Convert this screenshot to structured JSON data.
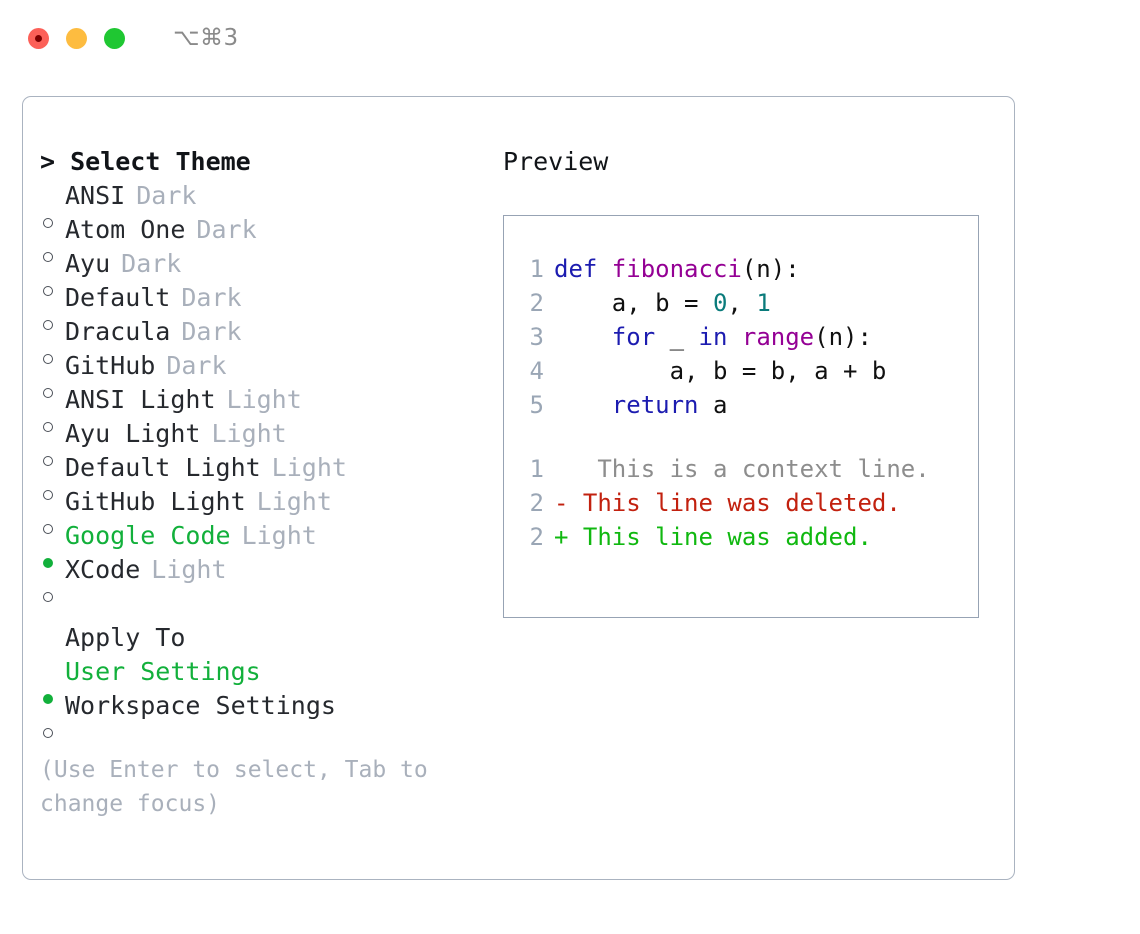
{
  "window": {
    "shortcut": "⌥⌘3",
    "traffic_lights": [
      "close",
      "minimize",
      "zoom"
    ]
  },
  "theme_picker": {
    "header": "> Select Theme",
    "options": [
      {
        "name": "ANSI",
        "variant": "Dark",
        "selected": false
      },
      {
        "name": "Atom One",
        "variant": "Dark",
        "selected": false
      },
      {
        "name": "Ayu",
        "variant": "Dark",
        "selected": false
      },
      {
        "name": "Default",
        "variant": "Dark",
        "selected": false
      },
      {
        "name": "Dracula",
        "variant": "Dark",
        "selected": false
      },
      {
        "name": "GitHub",
        "variant": "Dark",
        "selected": false
      },
      {
        "name": "ANSI Light",
        "variant": "Light",
        "selected": false
      },
      {
        "name": "Ayu Light",
        "variant": "Light",
        "selected": false
      },
      {
        "name": "Default Light",
        "variant": "Light",
        "selected": false
      },
      {
        "name": "GitHub Light",
        "variant": "Light",
        "selected": false
      },
      {
        "name": "Google Code",
        "variant": "Light",
        "selected": true
      },
      {
        "name": "XCode",
        "variant": "Light",
        "selected": false
      }
    ]
  },
  "apply_to": {
    "header": "Apply To",
    "options": [
      {
        "name": "User Settings",
        "selected": true
      },
      {
        "name": "Workspace Settings",
        "selected": false
      }
    ]
  },
  "hint": "(Use Enter to select, Tab to change focus)",
  "preview": {
    "title": "Preview",
    "code_lines": [
      {
        "number": "1",
        "tokens": [
          {
            "text": "def ",
            "kind": "kw"
          },
          {
            "text": "fibonacci",
            "kind": "fn"
          },
          {
            "text": "(n):",
            "kind": "pl"
          }
        ]
      },
      {
        "number": "2",
        "tokens": [
          {
            "text": "    a, b = ",
            "kind": "pl"
          },
          {
            "text": "0",
            "kind": "num"
          },
          {
            "text": ", ",
            "kind": "pl"
          },
          {
            "text": "1",
            "kind": "num"
          }
        ]
      },
      {
        "number": "3",
        "tokens": [
          {
            "text": "    ",
            "kind": "pl"
          },
          {
            "text": "for",
            "kind": "kw"
          },
          {
            "text": " _ ",
            "kind": "pl"
          },
          {
            "text": "in",
            "kind": "kw"
          },
          {
            "text": " ",
            "kind": "pl"
          },
          {
            "text": "range",
            "kind": "fn"
          },
          {
            "text": "(n):",
            "kind": "pl"
          }
        ]
      },
      {
        "number": "4",
        "tokens": [
          {
            "text": "        a, b = b, a + b",
            "kind": "pl"
          }
        ]
      },
      {
        "number": "5",
        "tokens": [
          {
            "text": "    ",
            "kind": "pl"
          },
          {
            "text": "return",
            "kind": "kw"
          },
          {
            "text": " a",
            "kind": "pl"
          }
        ]
      }
    ],
    "diff_lines": [
      {
        "number": "1",
        "marker": " ",
        "text": "  This is a context line.",
        "kind": "ctx"
      },
      {
        "number": "2",
        "marker": "-",
        "text": " This line was deleted.",
        "kind": "del"
      },
      {
        "number": "2",
        "marker": "+",
        "text": " This line was added.",
        "kind": "add"
      }
    ]
  },
  "colors": {
    "selected_green": "#12b03b",
    "muted_gray": "#a9b0bb",
    "keyword_blue": "#1c1cb0",
    "function_purple": "#940094",
    "number_teal": "#0a7b7b",
    "diff_deleted_red": "#c2210f",
    "diff_added_green": "#10b810",
    "card_border": "#aab3c0",
    "preview_border": "#97a3b4"
  }
}
